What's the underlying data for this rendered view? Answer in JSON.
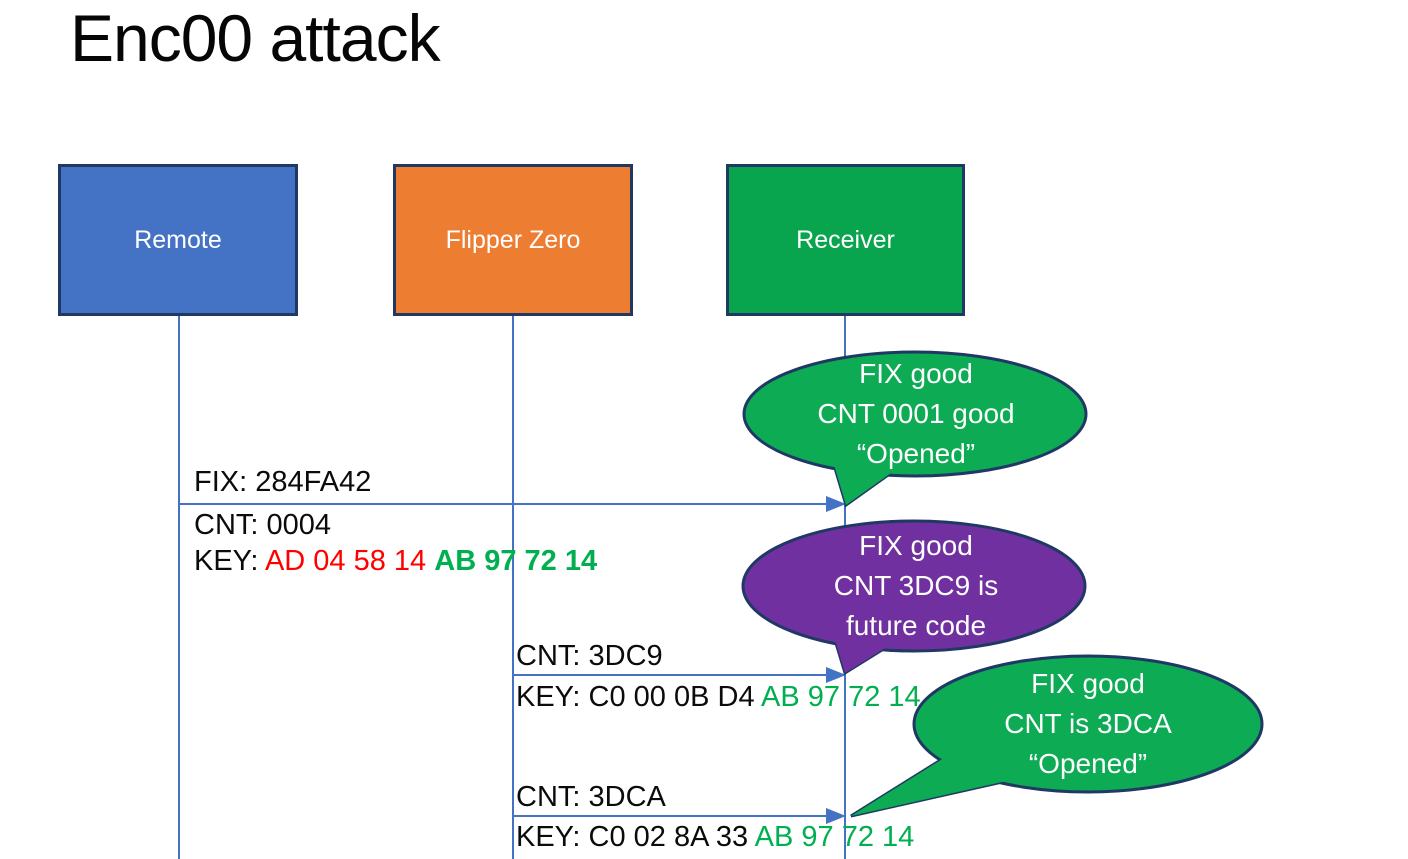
{
  "title": "Enc00 attack",
  "colors": {
    "actor_remote_fill": "#4472C4",
    "actor_flipper_fill": "#ED7D31",
    "actor_receiver_fill": "#09A54E",
    "bubble_green_fill": "#0CAB54",
    "bubble_purple_fill": "#7030A0",
    "shape_outline": "#1F3864",
    "connector_blue": "#4472C4",
    "key_red_text": "#FF0000",
    "key_green_text": "#00B050"
  },
  "actors": [
    {
      "label": "Remote"
    },
    {
      "label": "Flipper Zero"
    },
    {
      "label": "Receiver"
    }
  ],
  "messages": [
    {
      "from": "Remote",
      "to": "Receiver",
      "fix": "FIX: 284FA42",
      "cnt": "CNT: 0004",
      "key_prefix": "KEY: ",
      "key_red": "AD 04 58 14 ",
      "key_green": "AB 97 72 14"
    },
    {
      "from": "Flipper Zero",
      "to": "Receiver",
      "cnt": "CNT: 3DC9",
      "key_prefix": "KEY: C0 00 0B D4 ",
      "key_green": "AB 97 72 14"
    },
    {
      "from": "Flipper Zero",
      "to": "Receiver",
      "cnt": "CNT: 3DCA",
      "key_prefix": "KEY: C0 02 8A 33 ",
      "key_green": "AB 97 72 14"
    }
  ],
  "callouts": [
    {
      "color": "green",
      "lines": [
        "FIX good",
        "CNT 0001 good",
        "“Opened”"
      ]
    },
    {
      "color": "purple",
      "lines": [
        "FIX good",
        "CNT 3DC9 is",
        "future code"
      ]
    },
    {
      "color": "green",
      "lines": [
        "FIX good",
        "CNT is 3DCA",
        "“Opened”"
      ]
    }
  ]
}
